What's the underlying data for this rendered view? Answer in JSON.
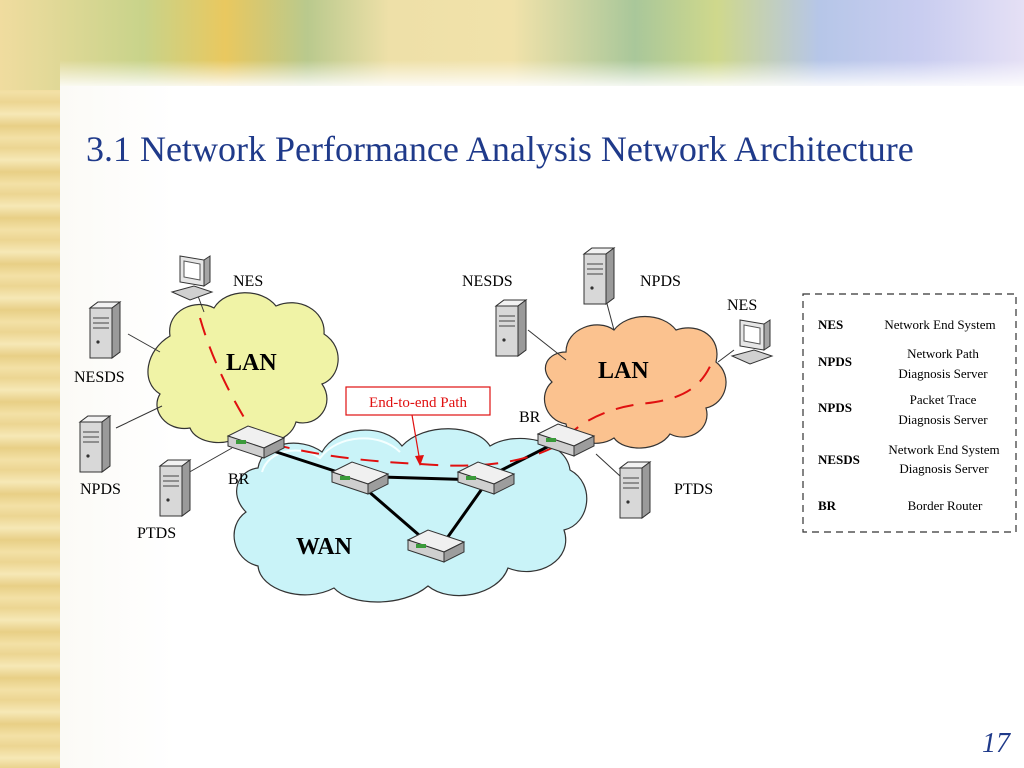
{
  "slide": {
    "title": "3.1 Network Performance Analysis Network Architecture",
    "page_number": "17"
  },
  "diagram": {
    "clouds": {
      "lan_left": "LAN",
      "lan_right": "LAN",
      "wan": "WAN"
    },
    "labels": {
      "nes_left": "NES",
      "nesds_left": "NESDS",
      "npds_left": "NPDS",
      "ptds_left": "PTDS",
      "br_left": "BR",
      "nesds_right": "NESDS",
      "npds_right": "NPDS",
      "nes_right": "NES",
      "br_right": "BR",
      "ptds_right": "PTDS"
    },
    "callout": "End-to-end Path",
    "legend": [
      {
        "abbr": "NES",
        "line1": "Network End System",
        "line2": ""
      },
      {
        "abbr": "NPDS",
        "line1": "Network Path",
        "line2": "Diagnosis Server"
      },
      {
        "abbr": "NPDS",
        "line1": "Packet Trace",
        "line2": "Diagnosis Server"
      },
      {
        "abbr": "NESDS",
        "line1": "Network End System",
        "line2": "Diagnosis Server"
      },
      {
        "abbr": "BR",
        "line1": "Border Router",
        "line2": ""
      }
    ]
  },
  "colors": {
    "title": "#1f3a8a",
    "lan_left_fill": "#f0f3a6",
    "lan_right_fill": "#fbc28f",
    "wan_fill": "#c9f3f8",
    "path": "#e01010"
  }
}
